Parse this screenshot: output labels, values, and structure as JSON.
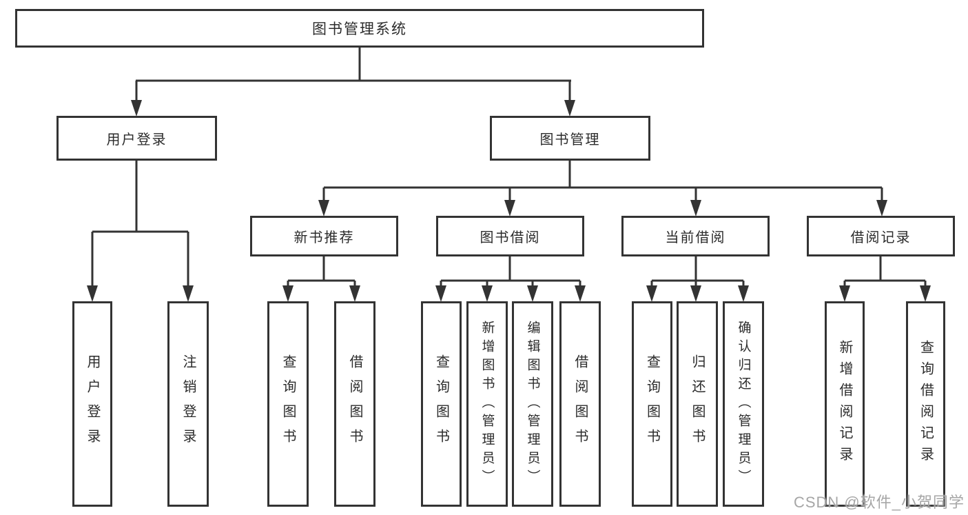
{
  "tree": {
    "label": "图书管理系统",
    "children": [
      {
        "label": "用户登录",
        "children": [
          {
            "label": "用户登录"
          },
          {
            "label": "注销登录"
          }
        ]
      },
      {
        "label": "图书管理",
        "children": [
          {
            "label": "新书推荐",
            "children": [
              {
                "label": "查询图书"
              },
              {
                "label": "借阅图书"
              }
            ]
          },
          {
            "label": "图书借阅",
            "children": [
              {
                "label": "查询图书"
              },
              {
                "label": "新增图书（管理员）"
              },
              {
                "label": "编辑图书（管理员）"
              },
              {
                "label": "借阅图书"
              }
            ]
          },
          {
            "label": "当前借阅",
            "children": [
              {
                "label": "查询图书"
              },
              {
                "label": "归还图书"
              },
              {
                "label": "确认归还（管理员）"
              }
            ]
          },
          {
            "label": "借阅记录",
            "children": [
              {
                "label": "新增借阅记录"
              },
              {
                "label": "查询借阅记录"
              }
            ]
          }
        ]
      }
    ]
  },
  "watermark": {
    "text": "CSDN @软件_小贺同学"
  },
  "colors": {
    "background": "#ffffff",
    "line": "#333333",
    "box_border": "#333333",
    "box_fill": "#ffffff",
    "text": "#2b2b2b",
    "watermark": "#a6a6a6"
  }
}
